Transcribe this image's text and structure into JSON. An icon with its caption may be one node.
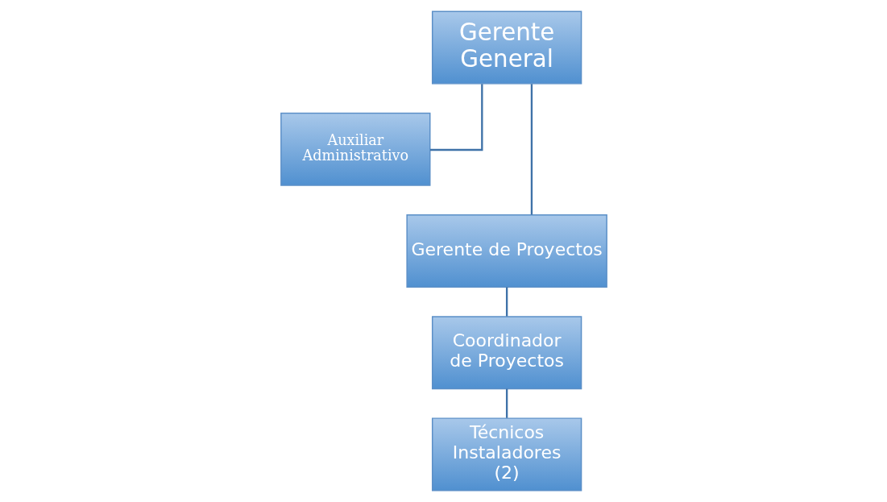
{
  "diagram": {
    "nodes": [
      {
        "text": [
          "Gerente General"
        ]
      },
      {
        "text": [
          "Auxiliar Administrativo"
        ]
      },
      {
        "text": [
          "Gerente de Proyectos"
        ]
      },
      {
        "text": [
          "Coordinador de Proyectos"
        ]
      },
      {
        "text": [
          "Técnicos Instaladores (2)"
        ]
      }
    ],
    "edges": [
      {
        "from": 0,
        "to": 1,
        "arrow": "none"
      },
      {
        "from": 0,
        "to": 2,
        "arrow": "none"
      },
      {
        "from": 2,
        "to": 3,
        "arrow": "none"
      },
      {
        "from": 3,
        "to": 4,
        "arrow": "none"
      }
    ]
  }
}
